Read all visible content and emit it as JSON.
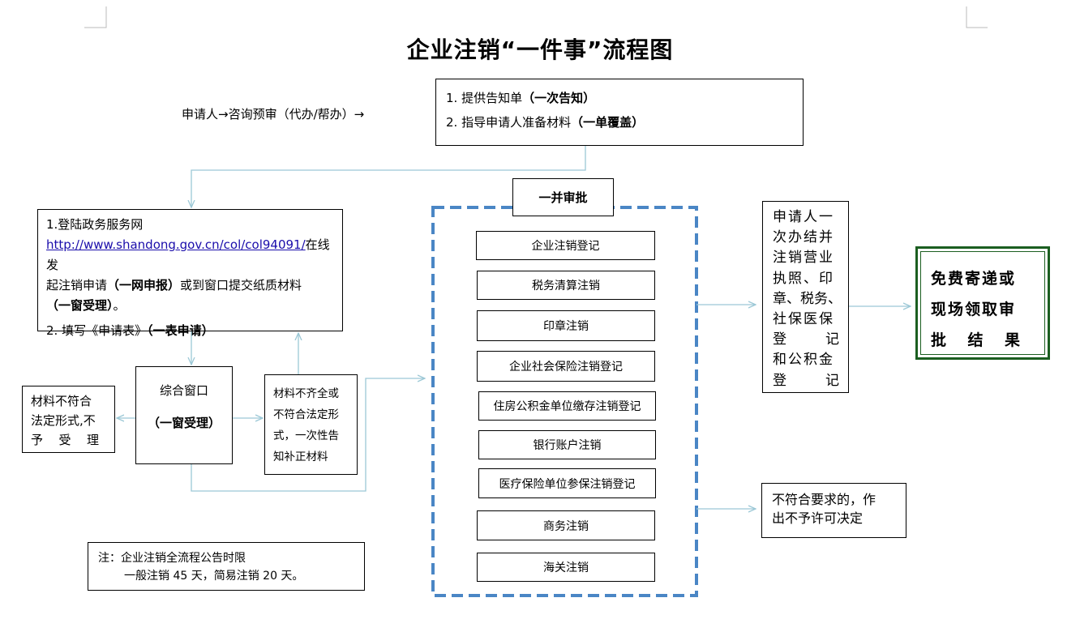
{
  "title": "企业注销“一件事”流程图",
  "applicant_flow": "申请人→咨询预审（代办/帮办）→",
  "notice_box": {
    "line1_prefix": "1. 提供告知单",
    "line1_bold": "（一次告知）",
    "line2_prefix": "2. 指导申请人准备材料",
    "line2_bold": "（一单覆盖）"
  },
  "online_box": {
    "line1": "1.登陆政务服务网",
    "link": "http://www.shandong.gov.cn/col/col94091/",
    "after_link": "在线发",
    "line3_prefix": "起注销申请",
    "line3_bold": "（一网申报）",
    "line3_suffix": "或到窗口提交纸质材料",
    "line4_bold": "（一窗受理）",
    "line4_suffix": "。",
    "line5_prefix": "2. 填写《申请表》",
    "line5_bold": "（一表申请）"
  },
  "window_box": {
    "line1": "综合窗口",
    "line2": "（一窗受理）"
  },
  "reject_box": {
    "line1": "材料不符合",
    "line2": "法定形式,不",
    "line3": [
      "予",
      "受",
      "理"
    ]
  },
  "incomplete_box": {
    "lines": [
      "材料不齐全或",
      "不符合法定形",
      "式，一次性告",
      "知补正材料"
    ]
  },
  "joint_approval_label": "一并审批",
  "approval_items": [
    "企业注销登记",
    "税务清算注销",
    "印章注销",
    "企业社会保险注销登记",
    "住房公积金单位缴存注销登记",
    "银行账户注销",
    "医疗保险单位参保注销登记",
    "商务注销",
    "海关注销"
  ],
  "result_box": {
    "lines": [
      "申请人一",
      "次办结并",
      "注销营业",
      "执照、印",
      "章、税务、",
      "社保医保"
    ],
    "spaced1": [
      "登",
      "记"
    ],
    "line8": "和公积金",
    "spaced2": [
      "登",
      "记"
    ]
  },
  "delivery_box": {
    "line1": "免费寄递或",
    "line2": "现场领取审",
    "line3": [
      "批",
      "结",
      "果"
    ]
  },
  "not_permitted_box": {
    "line1": "不符合要求的，作",
    "line2": "出不予许可决定"
  },
  "note_box": {
    "line1": "注：企业注销全流程公告时限",
    "line2": "一般注销 45 天，简易注销 20 天。"
  },
  "colors": {
    "arrow": "#9cc8d6",
    "dashed_border": "#4a86c5",
    "green_border": "#1b5e20",
    "link": "#1a0dab"
  }
}
